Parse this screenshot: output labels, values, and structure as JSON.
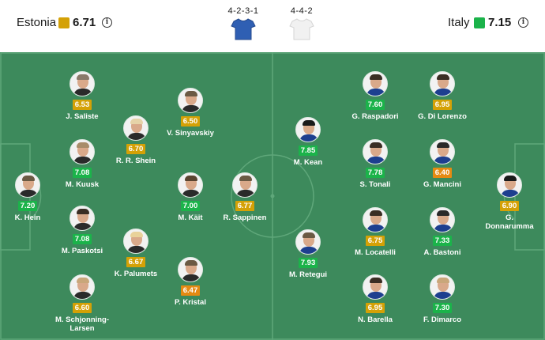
{
  "colors": {
    "pitch": "#3d8a5c",
    "lines": "#5fa77a",
    "gold": "#d4a106",
    "green": "#1bb34a",
    "orange": "#e58a12",
    "home_kit": "#2f5fb3",
    "away_kit": "#f1f1f1"
  },
  "home": {
    "name": "Estonia",
    "rating": "6.71",
    "rating_color": "#d4a106",
    "formation": "4-2-3-1",
    "players": [
      {
        "name": "K. Hein",
        "rating": "7.20",
        "color": "#1bb34a",
        "hair": "#6b5a44",
        "kit": "#2a2a2a"
      },
      {
        "name": "J. Saliste",
        "rating": "6.53",
        "color": "#d4a106",
        "hair": "#8a7a6a",
        "kit": "#2a2a2a"
      },
      {
        "name": "M. Kuusk",
        "rating": "7.08",
        "color": "#1bb34a",
        "hair": "#a88d6a",
        "kit": "#2a2a2a"
      },
      {
        "name": "M. Paskotsi",
        "rating": "7.08",
        "color": "#1bb34a",
        "hair": "#3a2e24",
        "kit": "#2a2a2a"
      },
      {
        "name": "M. Schjonning-Larsen",
        "rating": "6.60",
        "color": "#d4a106",
        "hair": "#c9a77a",
        "kit": "#2a2a2a"
      },
      {
        "name": "R. R. Shein",
        "rating": "6.70",
        "color": "#d4a106",
        "hair": "#e6d3a8",
        "kit": "#2a2a2a"
      },
      {
        "name": "K. Palumets",
        "rating": "6.67",
        "color": "#d4a106",
        "hair": "#e9d29a",
        "kit": "#2a2a2a"
      },
      {
        "name": "V. Sinyavskiy",
        "rating": "6.50",
        "color": "#d4a106",
        "hair": "#6b5a44",
        "kit": "#2a2a2a"
      },
      {
        "name": "M. Käit",
        "rating": "7.00",
        "color": "#1bb34a",
        "hair": "#5a4430",
        "kit": "#2a2a2a"
      },
      {
        "name": "P. Kristal",
        "rating": "6.47",
        "color": "#e58a12",
        "hair": "#6b5a44",
        "kit": "#2a2a2a"
      },
      {
        "name": "R. Sappinen",
        "rating": "6.77",
        "color": "#d4a106",
        "hair": "#6b5a44",
        "kit": "#2a2a2a"
      }
    ]
  },
  "away": {
    "name": "Italy",
    "rating": "7.15",
    "rating_color": "#1bb34a",
    "formation": "4-4-2",
    "players": [
      {
        "name": "G. Raspadori",
        "rating": "7.60",
        "color": "#1bb34a",
        "hair": "#3a2e24",
        "kit": "#1d3f8f"
      },
      {
        "name": "G. Di Lorenzo",
        "rating": "6.95",
        "color": "#d4a106",
        "hair": "#3a2e24",
        "kit": "#1d3f8f"
      },
      {
        "name": "M. Kean",
        "rating": "7.85",
        "color": "#1bb34a",
        "hair": "#1a1a1a",
        "kit": "#1d3f8f"
      },
      {
        "name": "S. Tonali",
        "rating": "7.78",
        "color": "#1bb34a",
        "hair": "#3a2e24",
        "kit": "#1d3f8f"
      },
      {
        "name": "G. Mancini",
        "rating": "6.40",
        "color": "#e58a12",
        "hair": "#2a2a2a",
        "kit": "#1d3f8f"
      },
      {
        "name": "G. Donnarumma",
        "rating": "6.90",
        "color": "#d4a106",
        "hair": "#1a1a1a",
        "kit": "#1d3f8f"
      },
      {
        "name": "M. Retegui",
        "rating": "7.93",
        "color": "#1bb34a",
        "hair": "#6b5a44",
        "kit": "#1d3f8f"
      },
      {
        "name": "M. Locatelli",
        "rating": "6.75",
        "color": "#d4a106",
        "hair": "#3a2e24",
        "kit": "#1d3f8f"
      },
      {
        "name": "A. Bastoni",
        "rating": "7.33",
        "color": "#1bb34a",
        "hair": "#2a2a2a",
        "kit": "#1d3f8f"
      },
      {
        "name": "N. Barella",
        "rating": "6.95",
        "color": "#d4a106",
        "hair": "#3a2e24",
        "kit": "#1d3f8f"
      },
      {
        "name": "F. Dimarco",
        "rating": "7.30",
        "color": "#1bb34a",
        "hair": "#c9a77a",
        "kit": "#1d3f8f"
      }
    ]
  }
}
